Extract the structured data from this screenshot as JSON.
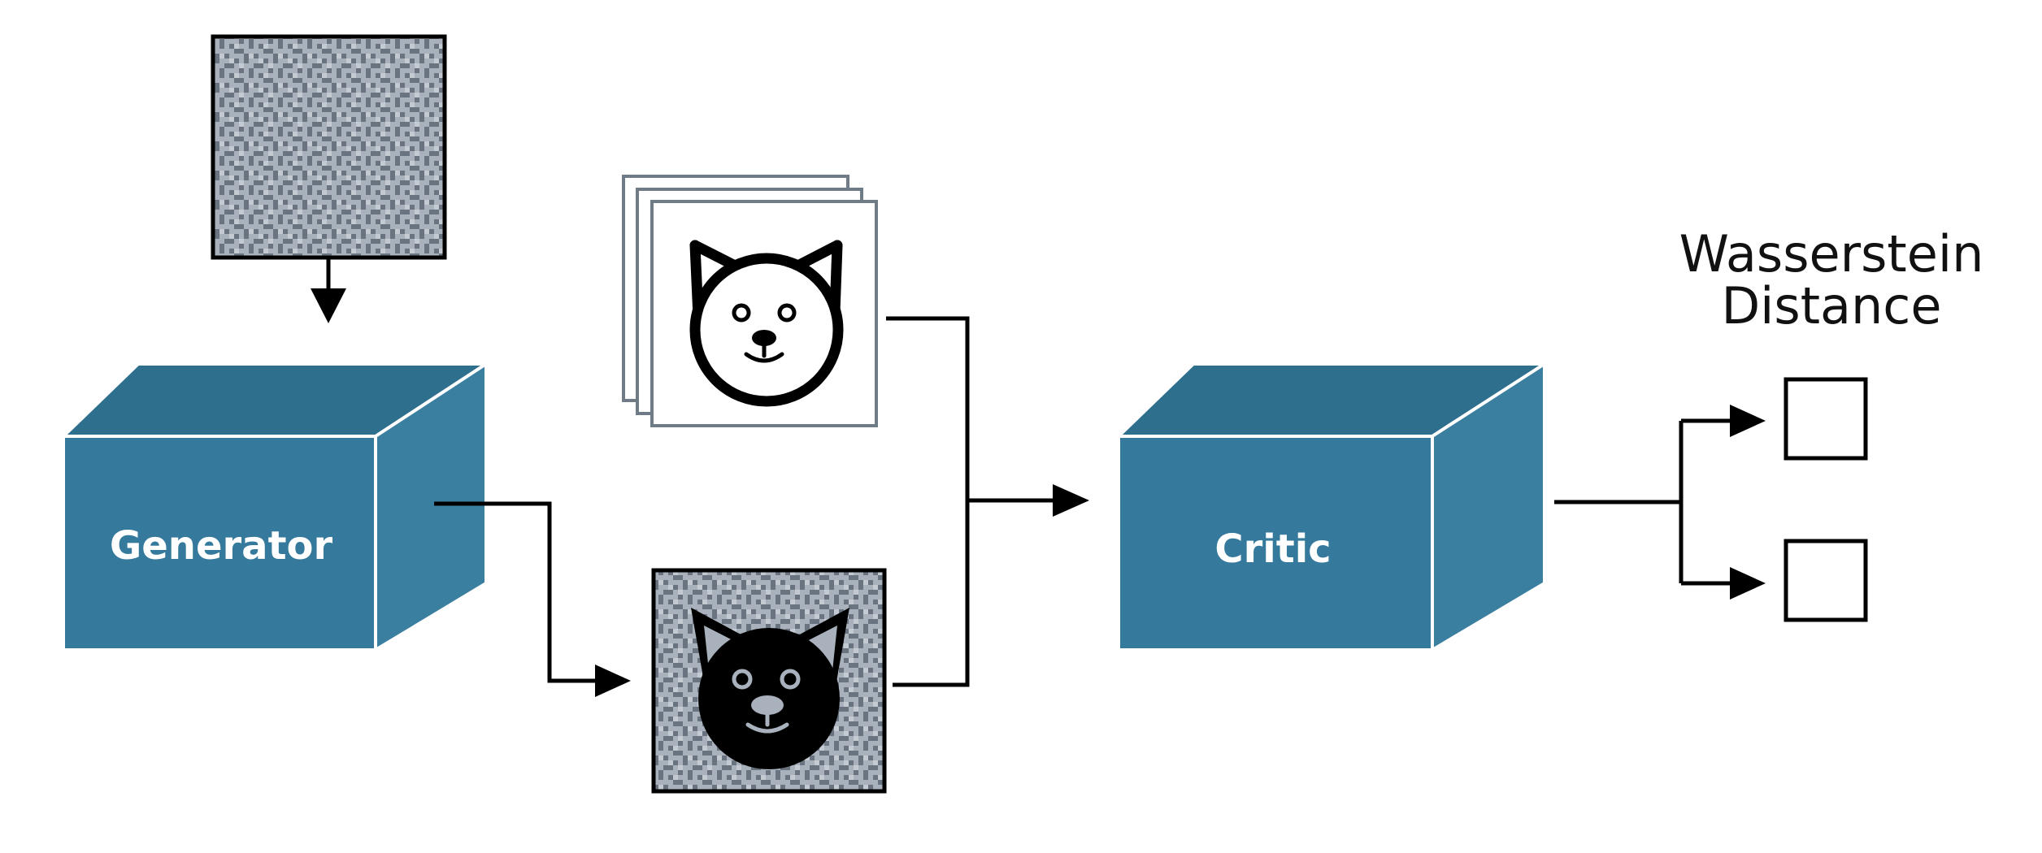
{
  "generator": {
    "label": "Generator"
  },
  "critic": {
    "label": "Critic"
  },
  "output": {
    "title_line1": "Wasserstein",
    "title_line2": "Distance"
  },
  "colors": {
    "box_front": "#357a9c",
    "box_top": "#2f6f8e",
    "box_side": "#3a7ea0",
    "noise_light": "#a9b2bc",
    "noise_dark": "#6a7480",
    "line": "#000000"
  },
  "icons": [
    "noise-image-icon",
    "real-cat-images-icon",
    "fake-cat-image-icon"
  ]
}
